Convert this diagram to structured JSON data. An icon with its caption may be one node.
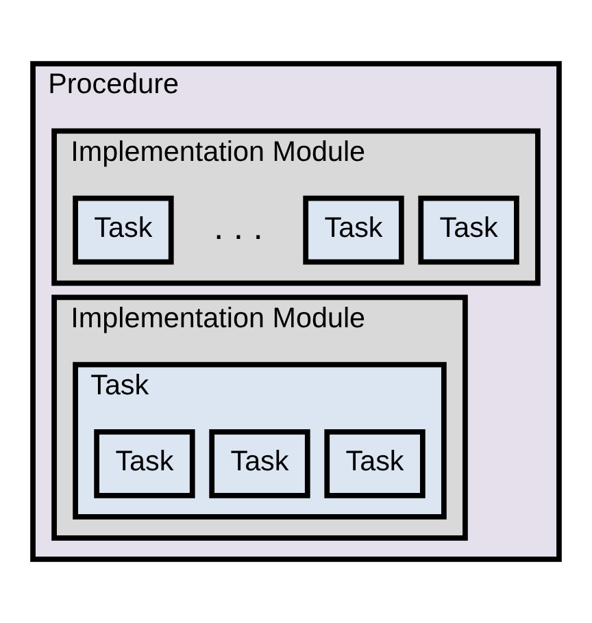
{
  "diagram": {
    "nodes": [
      {
        "text": [
          "Procedure"
        ]
      },
      {
        "text": [
          "Implementation Module"
        ],
        "in": 0
      },
      {
        "text": [
          "Task"
        ],
        "in": 1
      },
      {
        "text": [
          "Task"
        ],
        "in": 1
      },
      {
        "text": [
          "Task"
        ],
        "in": 1
      },
      {
        "text": [
          "Implementation Module"
        ],
        "in": 0
      },
      {
        "text": [
          "Task"
        ],
        "in": 5
      },
      {
        "text": [
          "Task"
        ],
        "in": 6
      },
      {
        "text": [
          "Task"
        ],
        "in": 6
      },
      {
        "text": [
          "Task"
        ],
        "in": 6
      }
    ],
    "edges": [],
    "labels": [
      ". . ."
    ]
  }
}
